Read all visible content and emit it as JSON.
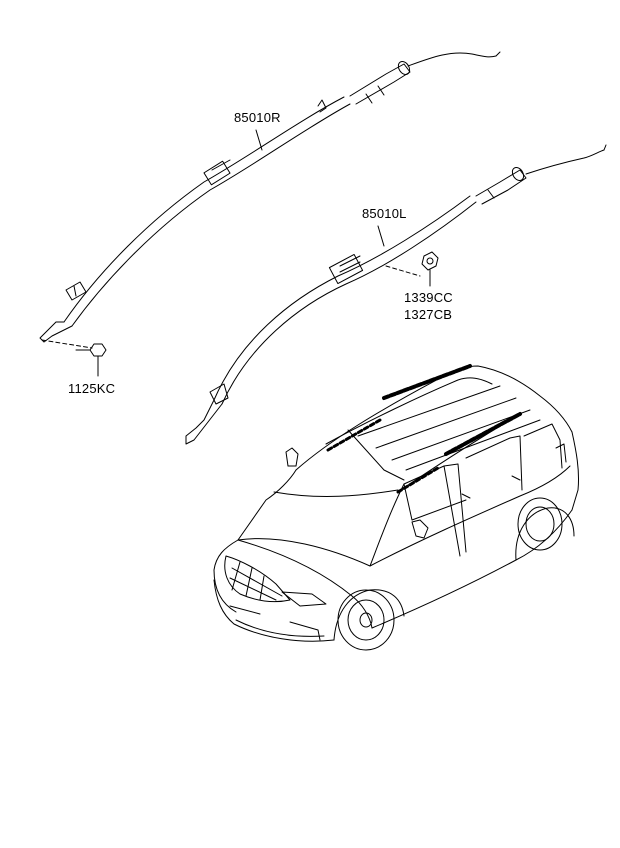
{
  "labels": {
    "right_curtain": "85010R",
    "left_curtain": "85010L",
    "nut_1": "1339CC",
    "nut_2": "1327CB",
    "bolt": "1125KC"
  },
  "parts": [
    {
      "name": "right-curtain-airbag",
      "part_no": "85010R"
    },
    {
      "name": "left-curtain-airbag",
      "part_no": "85010L"
    },
    {
      "name": "nut",
      "part_no": "1339CC"
    },
    {
      "name": "nut",
      "part_no": "1327CB"
    },
    {
      "name": "bolt",
      "part_no": "1125KC"
    }
  ],
  "colors": {
    "line": "#000000",
    "background": "#ffffff"
  }
}
